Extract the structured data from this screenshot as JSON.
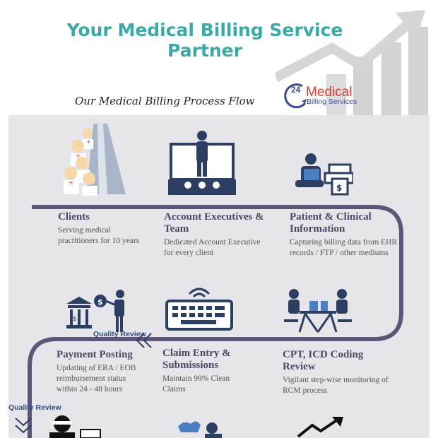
{
  "header": {
    "title_line1": "Your Medical Billing Service",
    "title_line2": "Partner",
    "subtitle": "Our Medical Billing Process Flow"
  },
  "logo": {
    "number": "24",
    "line1": "Medical",
    "line2": "Billing Services",
    "icon": "24-7-clock-logo-icon"
  },
  "steps": [
    {
      "title": "Clients",
      "description": "Serving medical practitioners for 10 years",
      "icon": "nurses-icon"
    },
    {
      "title": "Account Executives & Team",
      "description": "Dedicated Account Executive for every client",
      "icon": "presenter-audience-icon"
    },
    {
      "title": "Patient & Clinical Information",
      "description": "Capturing billing data from EHR records / FTP / other mediums",
      "icon": "laptop-printer-icon"
    },
    {
      "title": "CPT, ICD Coding Review",
      "description": "Vigilant step-wise monitoring of RCM process",
      "icon": "coders-at-table-icon"
    },
    {
      "title": "Claim Entry & Submissions",
      "description": "Maintain 99% Clean Claims",
      "icon": "keyboard-icon"
    },
    {
      "title": "Payment Posting",
      "description": "Updating of ERA / EOB reimbursement status within 24 - 48 hours",
      "icon": "bank-money-icon"
    }
  ],
  "quality_review": {
    "label_1": "Quality Review",
    "label_2": "Quality Review"
  },
  "colors": {
    "title": "#3aa9a8",
    "path": "#5e5578",
    "icon": "#2d3e63",
    "panel": "#e6e6ea"
  }
}
